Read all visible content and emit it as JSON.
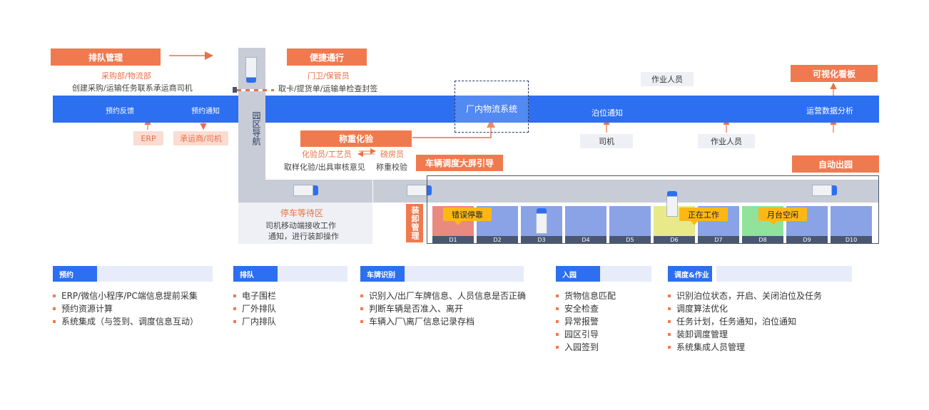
{
  "top": {
    "queue_mgmt": "排队管理",
    "queue_roles": "采购部/物流部",
    "queue_desc": "创建采购/运输任务联系承运商司机",
    "fast_pass": "便捷通行",
    "fast_roles": "门卫/保管员",
    "fast_desc": "取卡/提货单/运输单检查封签",
    "workers_top": "作业人员",
    "visual_board": "可视化看板"
  },
  "band": {
    "reservation_feedback": "预约反馈",
    "reservation_notice": "预约通知",
    "in_plant_system": "厂内物流系统",
    "berth_notice": "泊位通知",
    "ops_analysis": "运营数据分析"
  },
  "below_band": {
    "erp": "ERP",
    "carrier": "承运商/司机",
    "driver": "司机",
    "workers_bottom": "作业人员",
    "park_nav": "园区导航"
  },
  "weigh": {
    "title": "称重化验",
    "roles_left": "化验员/工艺员",
    "roles_right": "磅房员",
    "desc_left": "取样化验/出具审核意见",
    "desc_right": "称重校验"
  },
  "dispatch": {
    "screen_guide": "车辆调度大屏引导",
    "auto_exit": "自动出园",
    "load_mgmt": "装卸管理",
    "tags": {
      "error": "错误停靠",
      "working": "正在工作",
      "idle": "月台空闲"
    },
    "bays": [
      "D1",
      "D2",
      "D3",
      "D4",
      "D5",
      "D6",
      "D7",
      "D8",
      "D9",
      "D10"
    ]
  },
  "waiting": {
    "title": "停车等待区",
    "desc1": "司机移动端接收工作",
    "desc2": "通知，进行装卸操作"
  },
  "features": [
    {
      "title": "预约",
      "items": [
        "ERP/微信小程序/PC端信息提前采集",
        "预约资源计算",
        "系统集成（与签到、调度信息互动）"
      ]
    },
    {
      "title": "排队",
      "items": [
        "电子围栏",
        "厂外排队",
        "厂内排队"
      ]
    },
    {
      "title": "车牌识别",
      "items": [
        "识别入/出厂车牌信息、人员信息是否正确",
        "判断车辆是否准入、离开",
        "车辆入厂\\离厂信息记录存档"
      ]
    },
    {
      "title": "入园",
      "items": [
        "货物信息匹配",
        "安全检查",
        "异常报警",
        "园区引导",
        "入园签到"
      ]
    },
    {
      "title": "调度&作业",
      "items": [
        "识别泊位状态，开启、关闭泊位及任务",
        "调度算法优化",
        "任务计划，任务通知，泊位通知",
        "装卸调度管理",
        "系统集成人员管理"
      ]
    }
  ],
  "colors": {
    "band_blue": "#2c6ff0",
    "accent_orange": "#f07a4f",
    "tag_yellow": "#fbb815",
    "bay_blue": "#8aa3e6",
    "bay_error": "#e88a80",
    "bay_working": "#e8ea8a",
    "bay_idle": "#8fe39a"
  }
}
